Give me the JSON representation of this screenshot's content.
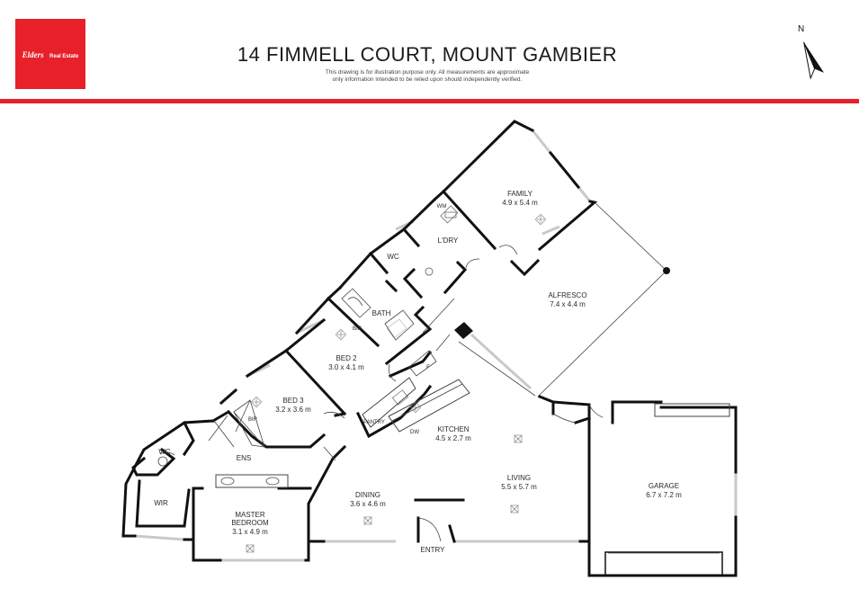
{
  "header": {
    "logo_brand": "Elders",
    "logo_sub": "Real Estate",
    "title": "14 FIMMELL COURT, MOUNT GAMBIER",
    "disclaimer_line1": "This drawing is for illustration purpose only. All measurements are approximate",
    "disclaimer_line2": "only information intended to be relied upon should independently verified.",
    "brand_color": "#e8202a"
  },
  "compass": {
    "label": "N",
    "icon": "north-arrow-icon"
  },
  "rooms": {
    "family": {
      "name": "FAMILY",
      "dims": "4.9 x 5.4 m"
    },
    "alfresco": {
      "name": "ALFRESCO",
      "dims": "7.4 x 4.4 m"
    },
    "laundry": {
      "name": "L'DRY"
    },
    "wm": {
      "name": "WM"
    },
    "wc_upper": {
      "name": "WC"
    },
    "bath": {
      "name": "BATH"
    },
    "bir_bed2": {
      "name": "BIR"
    },
    "bed2": {
      "name": "BED 2",
      "dims": "3.0 x 4.1 m"
    },
    "bed3": {
      "name": "BED 3",
      "dims": "3.2 x 3.6 m"
    },
    "bir_bed3": {
      "name": "BIR"
    },
    "fridge": {
      "name": "F"
    },
    "pantry": {
      "name": "PANTRY"
    },
    "dw": {
      "name": "DW"
    },
    "kitchen": {
      "name": "KITCHEN",
      "dims": "4.5 x 2.7 m"
    },
    "ens": {
      "name": "ENS"
    },
    "wc_ens": {
      "name": "WC"
    },
    "wir": {
      "name": "WIR"
    },
    "master": {
      "name": "MASTER",
      "name2": "BEDROOM",
      "dims": "3.1 x 4.9 m"
    },
    "dining": {
      "name": "DINING",
      "dims": "3.6 x 4.6 m"
    },
    "living": {
      "name": "LIVING",
      "dims": "5.5 x 5.7 m"
    },
    "garage": {
      "name": "GARAGE",
      "dims": "6.7 x 7.2 m"
    },
    "entry": {
      "name": "ENTRY"
    }
  }
}
